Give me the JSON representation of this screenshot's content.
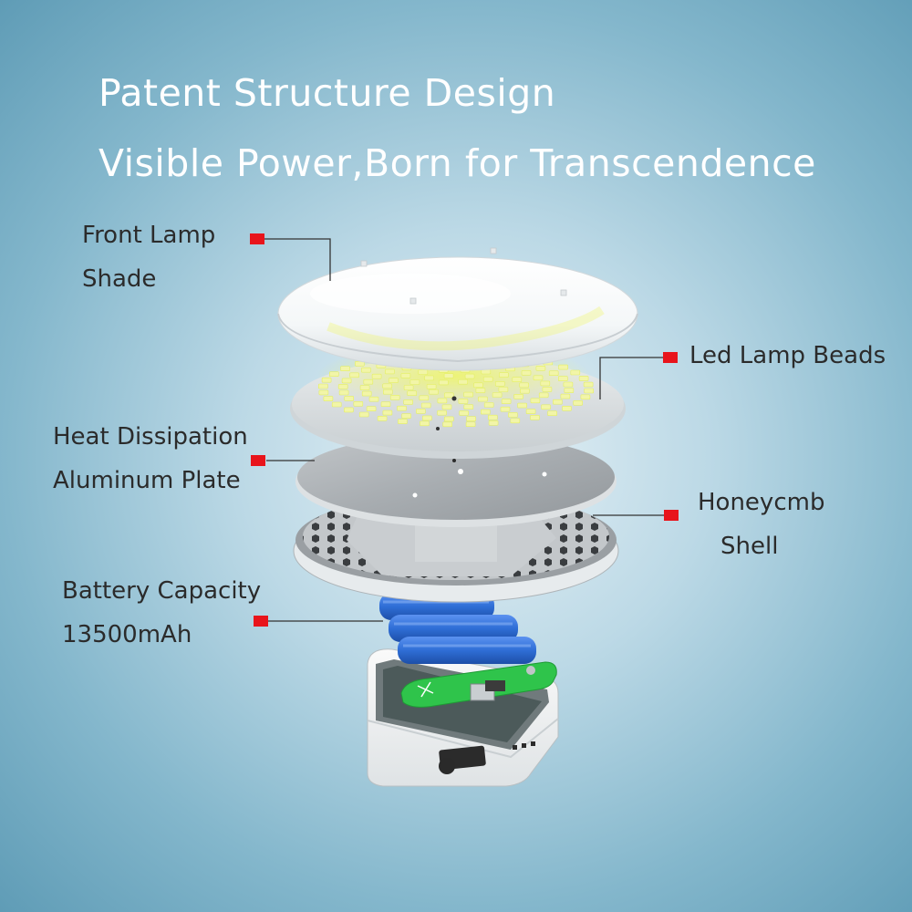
{
  "headline": {
    "line1": "Patent Structure Design",
    "line2": "Visible Power,Born for Transcendence"
  },
  "labels": {
    "front_lamp_shade": [
      "Front Lamp",
      "Shade"
    ],
    "led_lamp_beads": [
      "Led Lamp Beads"
    ],
    "heat_dissipation_plate": [
      "Heat Dissipation",
      "Aluminum Plate"
    ],
    "honeycomb_shell": [
      "Honeycmb",
      "Shell"
    ],
    "battery_capacity": [
      "Battery Capacity",
      "13500mAh"
    ]
  },
  "colors": {
    "marker": "#e8141b",
    "leader_line": "#333333",
    "led_bead": "#f2f5a8",
    "led_glow": "#e4ef63",
    "battery": "#2f6ed6",
    "pcb": "#2fc44b"
  }
}
